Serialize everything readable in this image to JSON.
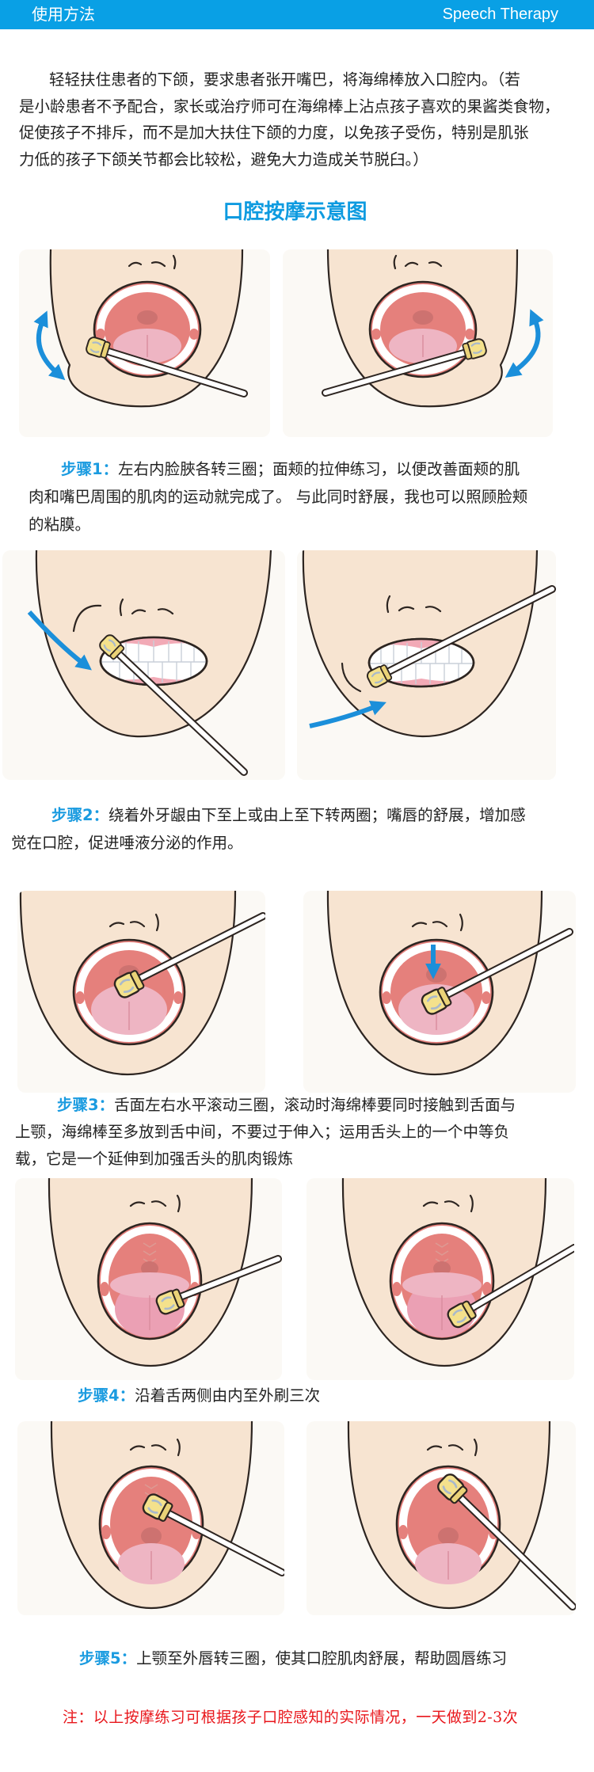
{
  "header": {
    "title": "使用方法",
    "subtitle": "Speech Therapy"
  },
  "intro": {
    "lines": [
      "轻轻扶住患者的下颌，要求患者张开嘴巴，将海绵棒放入口腔内。（若",
      "是小龄患者不予配合，家长或治疗师可在海绵棒上沾点孩子喜欢的果酱类食物，",
      "促使孩子不排斥，而不是加大扶住下颌的力度，以免孩子受伤，特别是肌张",
      "力低的孩子下颌关节都会比较松，避免大力造成关节脱臼。）"
    ]
  },
  "diagram_title": "口腔按摩示意图",
  "steps": [
    {
      "label": "步骤1：",
      "lines": [
        "左右内脸脥各转三圈；面颊的拉伸练习，以便改善面颊的肌",
        "肉和嘴巴周围的肌肉的运动就完成了。 与此同时舒展，我也可以照顾脸颊",
        "的粘膜。"
      ],
      "illustrations": [
        "open-mouth-sponge-left-cheek",
        "open-mouth-sponge-right-cheek"
      ],
      "icons": [
        "double-curved-arrow",
        "sponge-stick"
      ]
    },
    {
      "label": "步骤2：",
      "lines": [
        "绕着外牙龈由下至上或由上至下转两圈；嘴唇的舒展，增加感",
        "觉在口腔，促进唾液分泌的作用。"
      ],
      "illustrations": [
        "teeth-gum-upper-sponge",
        "teeth-gum-lower-sponge"
      ],
      "icons": [
        "curved-arrow",
        "sponge-stick"
      ]
    },
    {
      "label": "步骤3：",
      "lines": [
        "舌面左右水平滚动三圈，滚动时海绵棒要同时接触到舌面与",
        "上颚，海绵棒至多放到舌中间，不要过于伸入；运用舌头上的一个中等负",
        "载，它是一个延伸到加强舌头的肌肉锻炼"
      ],
      "illustrations": [
        "sponge-on-tongue",
        "sponge-press-tongue"
      ],
      "icons": [
        "down-arrow",
        "sponge-stick"
      ]
    },
    {
      "label": "步骤4：",
      "lines": [
        "沿着舌两侧由内至外刷三次"
      ],
      "illustrations": [
        "sponge-tongue-left-side",
        "sponge-tongue-right-side"
      ],
      "icons": [
        "sponge-stick"
      ]
    },
    {
      "label": "步骤5：",
      "lines": [
        "上颚至外唇转三圈，使其口腔肌肉舒展，帮助圆唇练习"
      ],
      "illustrations": [
        "sponge-upper-palate-left",
        "sponge-upper-palate-right"
      ],
      "icons": [
        "sponge-stick"
      ]
    }
  ],
  "note": "注：以上按摩练习可根据孩子口腔感知的实际情况，一天做到2-3次",
  "colors": {
    "header_bg": "#09A0E5",
    "accent_blue": "#1A9BE0",
    "arrow_blue": "#1B8FDA",
    "note_red": "#E8161B",
    "body_text": "#222222",
    "panel_bg": "#FBF9F5",
    "skin": "#F7E4D1",
    "mouth_red": "#E5807C",
    "tongue_pink": "#EEB5C3",
    "sponge_yellow": "#F4E18C"
  }
}
